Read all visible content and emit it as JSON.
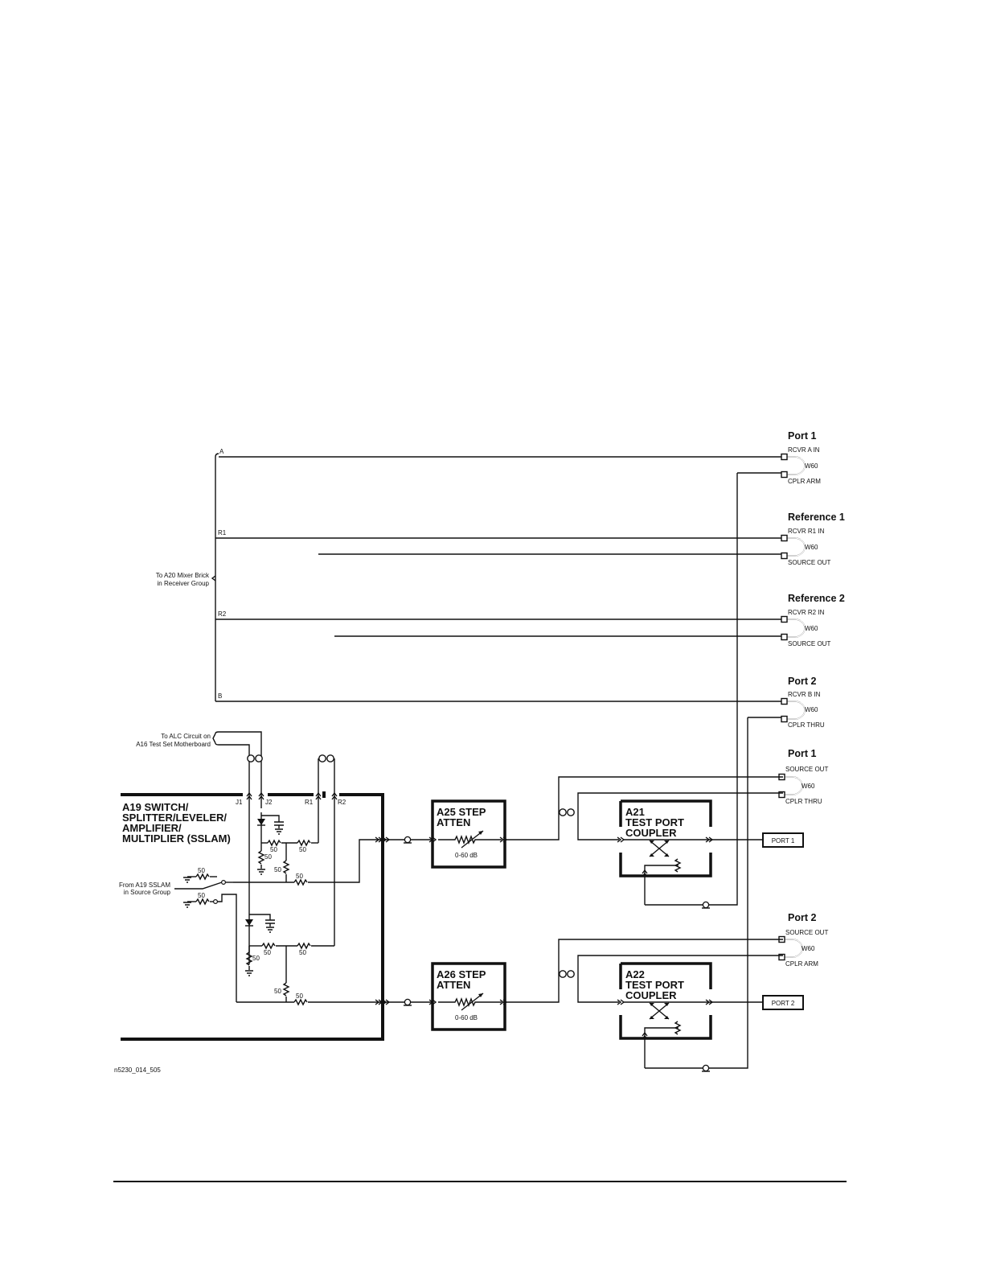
{
  "ports_right": [
    {
      "title": "Port 1",
      "top": "RCVR A IN",
      "cable": "W60",
      "bottom": "CPLR ARM"
    },
    {
      "title": "Reference 1",
      "top": "RCVR R1 IN",
      "cable": "W60",
      "bottom": "SOURCE OUT"
    },
    {
      "title": "Reference 2",
      "top": "RCVR R2 IN",
      "cable": "W60",
      "bottom": "SOURCE OUT"
    },
    {
      "title": "Port 2",
      "top": "RCVR B IN",
      "cable": "W60",
      "bottom": "CPLR THRU"
    },
    {
      "title": "Port 1",
      "top": "SOURCE OUT",
      "cable": "W60",
      "bottom": "CPLR THRU"
    },
    {
      "title": "Port 2",
      "top": "SOURCE OUT",
      "cable": "W60",
      "bottom": "CPLR ARM"
    }
  ],
  "bus_lines": [
    "A",
    "R1",
    "R2",
    "B"
  ],
  "mixer_brick": [
    "To A20 Mixer Brick",
    "in Receiver Group"
  ],
  "alc": [
    "To ALC Circuit on",
    "A16 Test Set Motherboard"
  ],
  "sslam_source": [
    "From A19 SSLAM",
    "in Source Group"
  ],
  "connectors": [
    "J1",
    "J2",
    "R1",
    "R2"
  ],
  "sslam_title": [
    "A19 SWITCH/",
    "SPLITTER/LEVELER/",
    "AMPLIFIER/",
    "MULTIPLIER (SSLAM)"
  ],
  "atten_1": {
    "title": [
      "A25 STEP",
      "ATTEN"
    ],
    "range": "0-60 dB"
  },
  "atten_2": {
    "title": [
      "A26 STEP",
      "ATTEN"
    ],
    "range": "0-60 dB"
  },
  "coupler_1": [
    "A21",
    "TEST PORT",
    "COUPLER"
  ],
  "coupler_2": [
    "A22",
    "TEST PORT",
    "COUPLER"
  ],
  "port_box_1": "PORT 1",
  "port_box_2": "PORT 2",
  "resistor_value": "50",
  "figure_id": "n5230_014_505"
}
